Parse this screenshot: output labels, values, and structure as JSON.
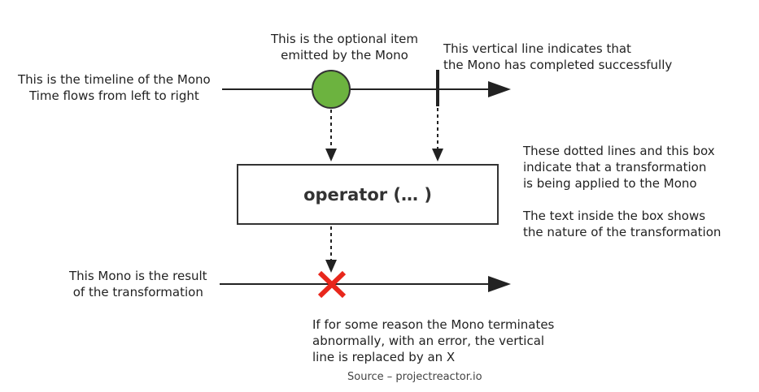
{
  "labels": {
    "timeline": [
      "This is the timeline of the Mono",
      "Time flows from left to right"
    ],
    "optional_item": [
      "This is the optional item",
      "emitted by the Mono"
    ],
    "completion": [
      "This vertical line indicates that",
      "the Mono has completed successfully"
    ],
    "dotted_box": [
      "These dotted lines and this box",
      "indicate that a transformation",
      "is being applied to the Mono"
    ],
    "box_text_note": [
      "The text inside the box shows",
      "the nature of the transformation"
    ],
    "result": [
      "This Mono is the result",
      "of the transformation"
    ],
    "error": [
      "If for some reason the Mono terminates",
      "abnormally, with an error, the vertical",
      "line is replaced by an X"
    ],
    "source": "Source – projectreactor.io"
  },
  "operator": {
    "label": "operator (… )"
  },
  "colors": {
    "item_fill": "#6cb33f",
    "item_stroke": "#333333",
    "error_x": "#e8271c",
    "line": "#222222"
  },
  "icons": {
    "item": "green-circle",
    "error": "red-x-icon",
    "arrow": "arrowhead"
  }
}
